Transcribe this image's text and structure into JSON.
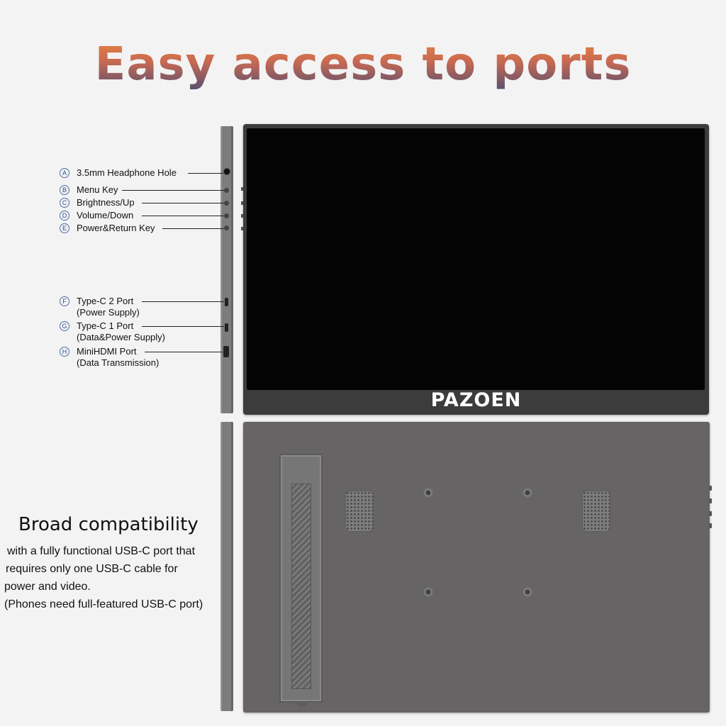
{
  "title": "Easy access to ports",
  "brand": "PAZOEN",
  "ports": [
    {
      "letter": "A",
      "label": "3.5mm Headphone Hole",
      "sub": ""
    },
    {
      "letter": "B",
      "label": "Menu Key",
      "sub": ""
    },
    {
      "letter": "C",
      "label": "Brightness/Up",
      "sub": ""
    },
    {
      "letter": "D",
      "label": "Volume/Down",
      "sub": ""
    },
    {
      "letter": "E",
      "label": "Power&Return Key",
      "sub": ""
    },
    {
      "letter": "F",
      "label": "Type-C 2  Port",
      "sub": "(Power Supply)"
    },
    {
      "letter": "G",
      "label": "Type-C 1  Port",
      "sub": "(Data&Power Supply)"
    },
    {
      "letter": "H",
      "label": "MiniHDMI Port",
      "sub": "(Data Transmission)"
    }
  ],
  "compatibility": {
    "heading": "Broad compatibility",
    "lines": [
      "with a fully functional USB-C port that",
      "requires only one USB-C cable for",
      "power and video.",
      "(Phones need full-featured USB-C port)"
    ]
  }
}
